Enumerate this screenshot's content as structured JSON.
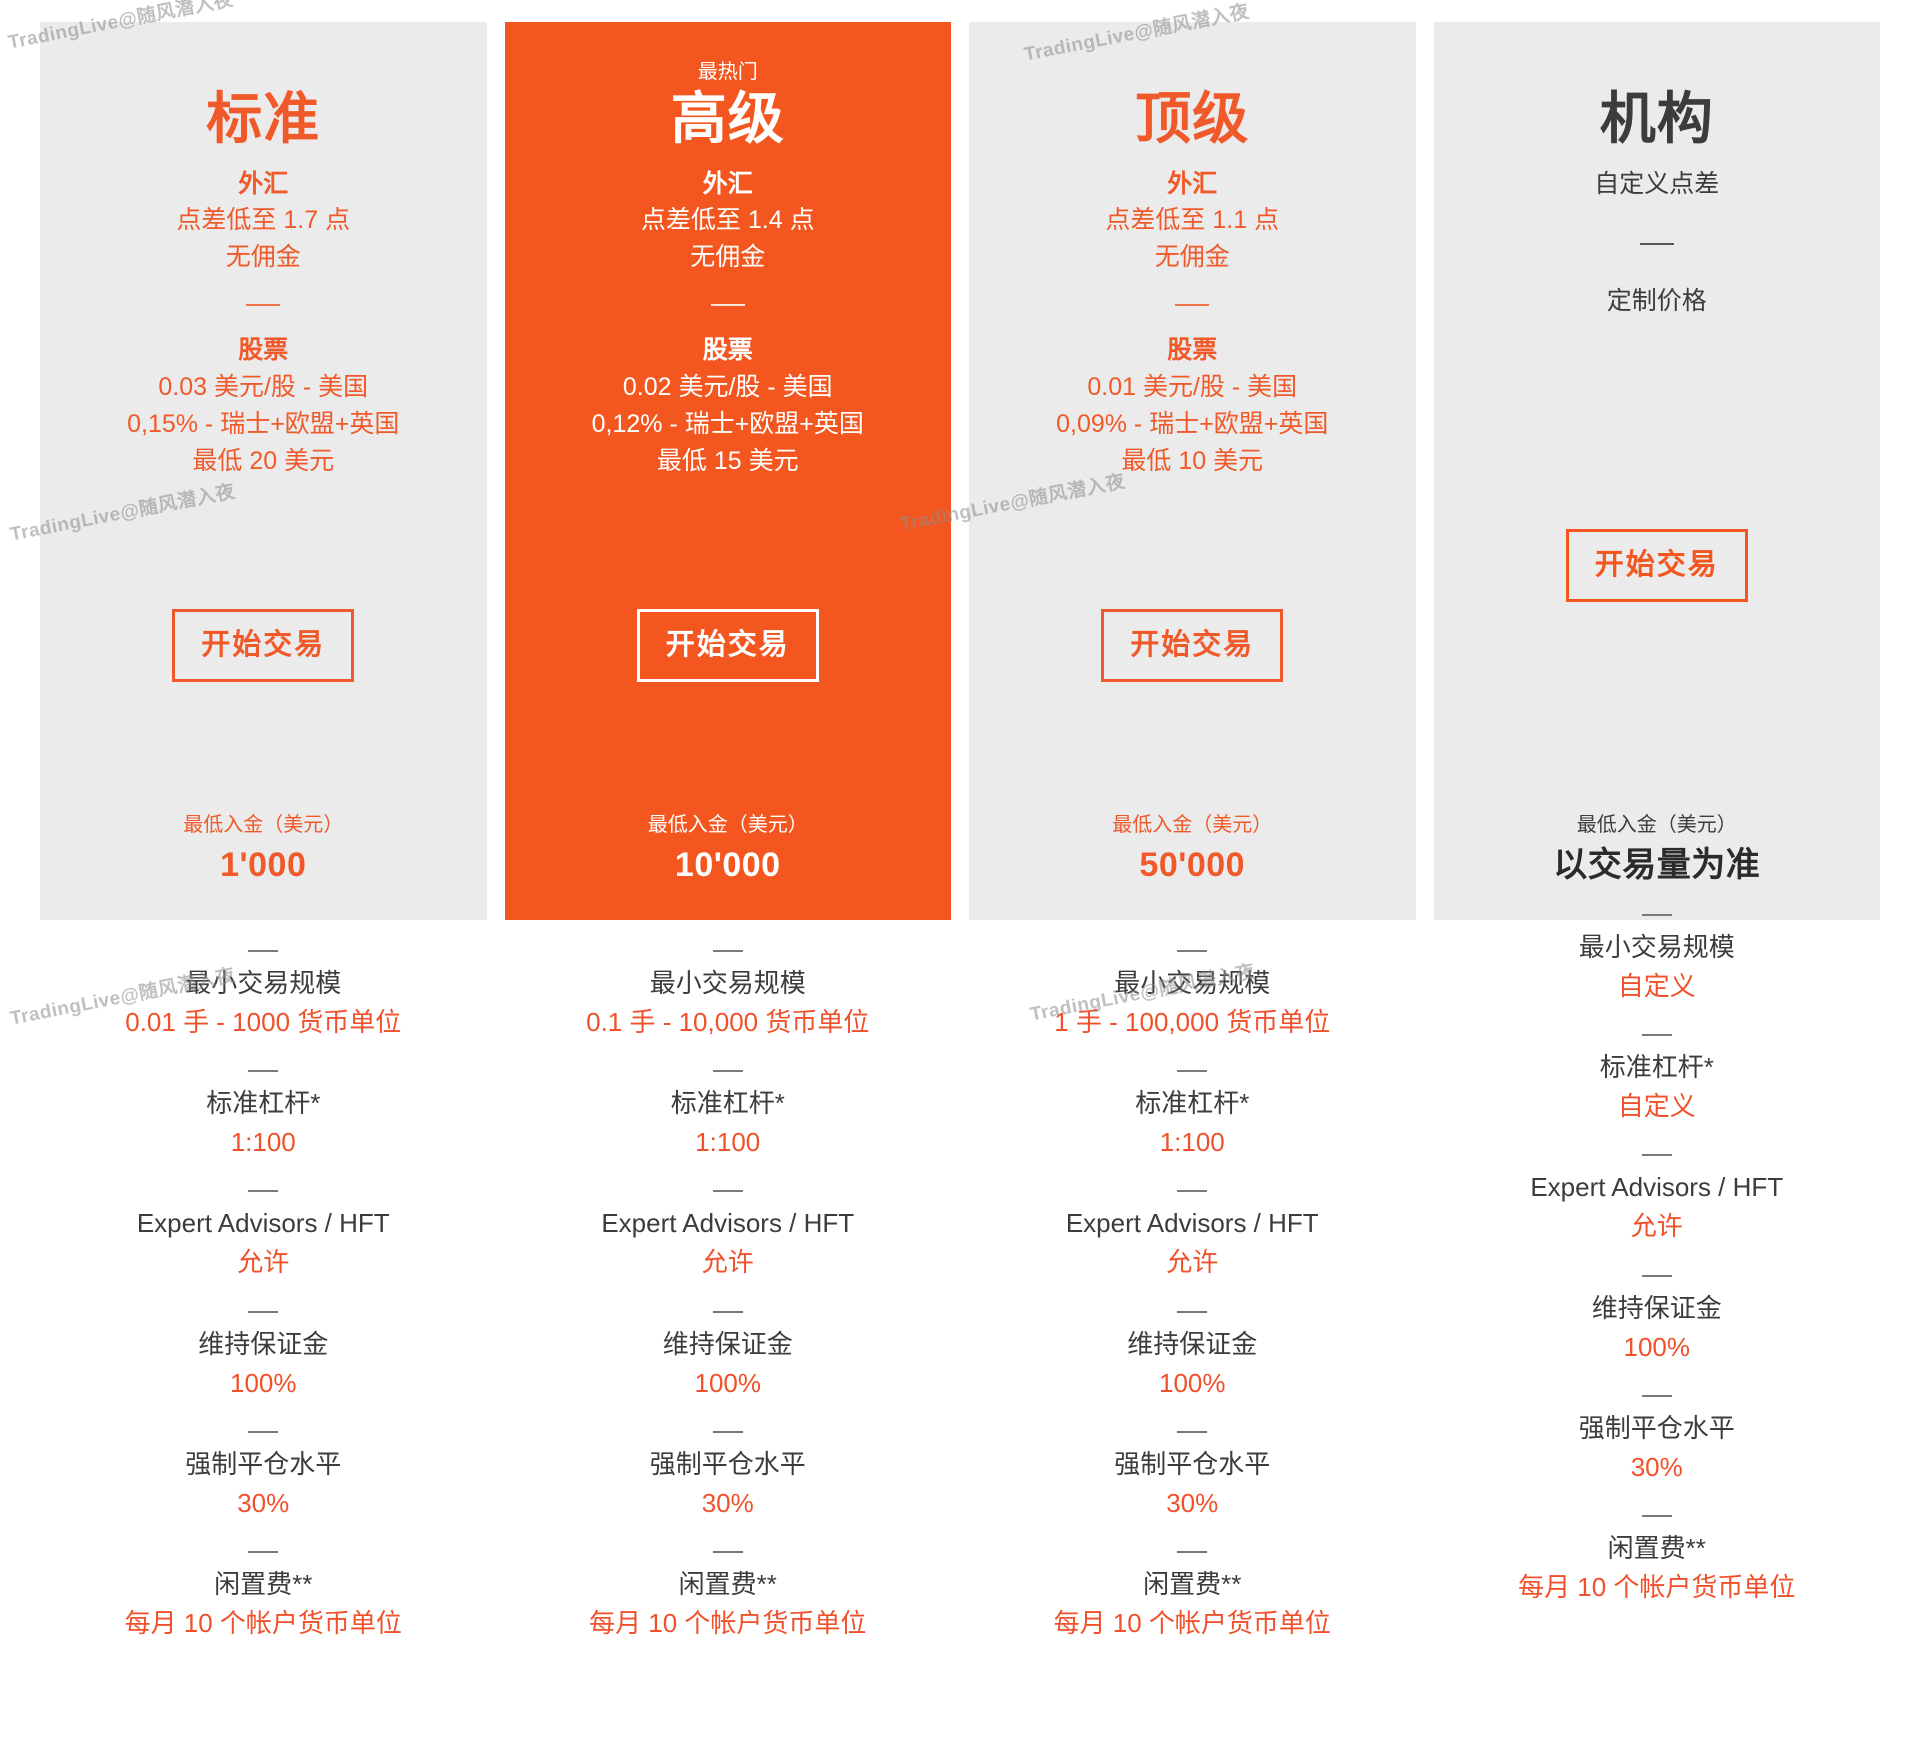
{
  "watermark": "TradingLive@随风潜入夜",
  "colors": {
    "accent": "#f4561f",
    "card_bg": "#ebebeb",
    "featured_bg": "#f4561f",
    "text_dark": "#3c3c3c",
    "separator": "#7a7a7a"
  },
  "plans": [
    {
      "badge": "",
      "title": "标准",
      "forex_head": "外汇",
      "forex_lines": [
        "点差低至 1.7 点",
        "无佣金"
      ],
      "stock_head": "股票",
      "stock_lines": [
        "0.03 美元/股 - 美国",
        "0,15% - 瑞士+欧盟+英国",
        "最低 20 美元"
      ],
      "cta": "开始交易",
      "deposit_label": "最低入金（美元）",
      "deposit_value": "1'000",
      "style": "default"
    },
    {
      "badge": "最热门",
      "title": "高级",
      "forex_head": "外汇",
      "forex_lines": [
        "点差低至 1.4 点",
        "无佣金"
      ],
      "stock_head": "股票",
      "stock_lines": [
        "0.02 美元/股 - 美国",
        "0,12% - 瑞士+欧盟+英国",
        "最低 15 美元"
      ],
      "cta": "开始交易",
      "deposit_label": "最低入金（美元）",
      "deposit_value": "10'000",
      "style": "featured"
    },
    {
      "badge": "",
      "title": "顶级",
      "forex_head": "外汇",
      "forex_lines": [
        "点差低至 1.1 点",
        "无佣金"
      ],
      "stock_head": "股票",
      "stock_lines": [
        "0.01 美元/股 - 美国",
        "0,09% - 瑞士+欧盟+英国",
        "最低 10 美元"
      ],
      "cta": "开始交易",
      "deposit_label": "最低入金（美元）",
      "deposit_value": "50'000",
      "style": "default"
    },
    {
      "badge": "",
      "title": "机构",
      "forex_head": "自定义点差",
      "forex_lines": [],
      "stock_head": "定制价格",
      "stock_lines": [],
      "cta": "开始交易",
      "deposit_label": "最低入金（美元）",
      "deposit_value": "以交易量为准",
      "style": "neutral"
    }
  ],
  "features": [
    {
      "label": "最小交易规模",
      "values": [
        "0.01 手 - 1000 货币单位",
        "0.1 手 - 10,000 货币单位",
        "1 手 - 100,000 货币单位",
        "自定义"
      ]
    },
    {
      "label": "标准杠杆*",
      "values": [
        "1:100",
        "1:100",
        "1:100",
        "自定义"
      ]
    },
    {
      "label": "Expert Advisors / HFT",
      "values": [
        "允许",
        "允许",
        "允许",
        "允许"
      ]
    },
    {
      "label": "维持保证金",
      "values": [
        "100%",
        "100%",
        "100%",
        "100%"
      ]
    },
    {
      "label": "强制平仓水平",
      "values": [
        "30%",
        "30%",
        "30%",
        "30%"
      ]
    },
    {
      "label": "闲置费**",
      "values": [
        "每月 10 个帐户货币单位",
        "每月 10 个帐户货币单位",
        "每月 10 个帐户货币单位",
        "每月 10 个帐户货币单位"
      ]
    }
  ]
}
